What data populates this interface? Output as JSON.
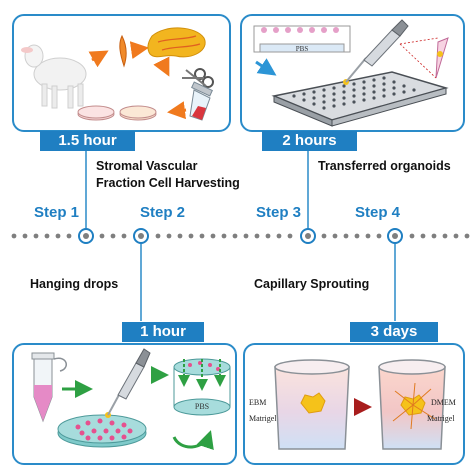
{
  "colors": {
    "accent": "#1f7fc2",
    "panel_border": "#2a8bc9",
    "timeline_dot": "#7f7f7f",
    "arrow_orange": "#f07a1e",
    "arrow_green": "#2ea043",
    "arrow_red": "#a81d1d",
    "arrow_blue": "#2c95d6"
  },
  "panels": {
    "tl": {
      "time": "1.5 hour"
    },
    "tr": {
      "time": "2 hours",
      "well_label": "PBS"
    },
    "bl": {
      "time": "1 hour",
      "dish_label": "PBS"
    },
    "br": {
      "time": "3 days",
      "left_top": "EBM",
      "left_bottom": "Matrigel",
      "right_top": "DMEM",
      "right_bottom": "Matrigel"
    }
  },
  "captions": {
    "tl": "Stromal Vascular\nFraction Cell Harvesting",
    "tr": "Transferred organoids",
    "bl": "Hanging drops",
    "br": "Capillary Sprouting"
  },
  "steps": [
    "Step 1",
    "Step 2",
    "Step 3",
    "Step 4"
  ],
  "icons": [
    "lamb-icon",
    "tissue-strip-icon",
    "fat-pad-icon",
    "scissors-icon",
    "centrifuge-tube-icon",
    "petri-dish-icon",
    "well-plate-icon",
    "pipette-icon",
    "pipette-tip-icon",
    "organoid-icon"
  ]
}
